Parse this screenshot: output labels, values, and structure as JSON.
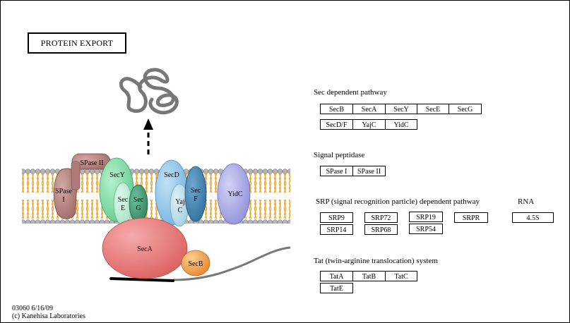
{
  "title": "PROTEIN EXPORT",
  "pathways": {
    "sec": {
      "label": "Sec dependent pathway",
      "genes": [
        "SecB",
        "SecA",
        "SecY",
        "SecE",
        "SecG",
        "SecD/F",
        "YajC",
        "YidC"
      ]
    },
    "spase": {
      "label": "Signal peptidase",
      "genes": [
        "SPase I",
        "SPase II"
      ]
    },
    "srp": {
      "label": "SRP (signal recognition particle) dependent pathway",
      "genes": [
        "SRP9",
        "SRP72",
        "SRP19",
        "SRPR",
        "SRP14",
        "SRP68",
        "SRP54"
      ]
    },
    "rna": {
      "label": "RNA",
      "genes": [
        "4.5S"
      ]
    },
    "tat": {
      "label": "Tat (twin-arginine translocation) system",
      "genes": [
        "TatA",
        "TatB",
        "TatC",
        "TatE"
      ]
    }
  },
  "diagram": {
    "spase2": "SPase II",
    "spase1_line1": "SPase",
    "spase1_line2": "I",
    "secy": "SecY",
    "sece_line1": "Sec",
    "sece_line2": "E",
    "secg_line1": "Sec",
    "secg_line2": "G",
    "secd": "SecD",
    "yajc_line1": "Yaj",
    "yajc_line2": "C",
    "secf_line1": "Sec",
    "secf_line2": "F",
    "yidc": "YidC",
    "seca": "SecA",
    "secb": "SecB"
  },
  "footer": {
    "line1": "03060 6/16/09",
    "line2": "(c) Kanehisa Laboratories"
  },
  "colors": {
    "membrane_head": "#b5b5b5",
    "membrane_tail": "#f0a020",
    "spase": "#b07e7b",
    "secy": "#78dca0",
    "sece": "#b8efd0",
    "secg": "#3f9a72",
    "secd": "#8ec4ea",
    "yajc": "#b8dcea",
    "secf": "#3d7fb0",
    "yidc": "#a6a6e6",
    "seca": "#e56f6f",
    "secb": "#f39a3c",
    "peptide": "#777777"
  }
}
